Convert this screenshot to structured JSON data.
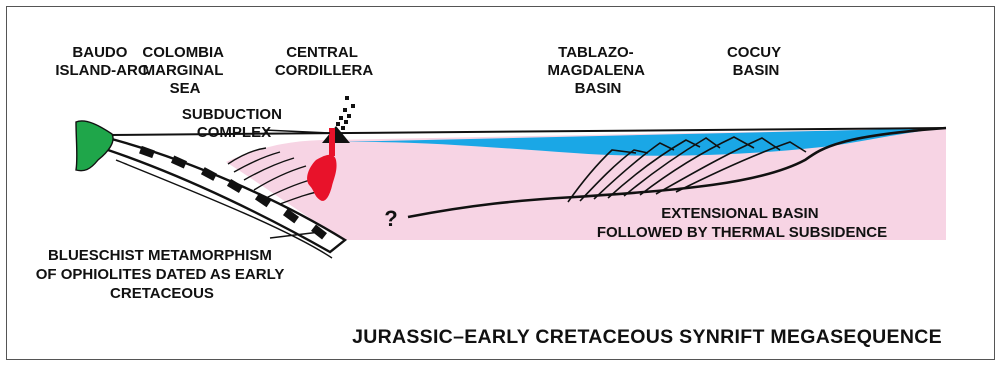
{
  "title": "JURASSIC–EARLY CRETACEOUS SYNRIFT MEGASEQUENCE",
  "labels": {
    "baudo": [
      "BAUDO",
      "ISLAND-ARC"
    ],
    "colombia": [
      "COLOMBIA",
      "MARGINAL",
      "SEA"
    ],
    "central": [
      "CENTRAL",
      "CORDILLERA"
    ],
    "tablazo": [
      "TABLAZO-",
      "MAGDALENA",
      "BASIN"
    ],
    "cocuy": [
      "COCUY",
      "BASIN"
    ],
    "subduction": [
      "SUBDUCTION",
      "COMPLEX"
    ],
    "blueschist": [
      "BLUESCHIST METAMORPHISM",
      "OF OPHIOLITES DATED AS EARLY",
      "CRETACEOUS"
    ],
    "extensional": [
      "EXTENSIONAL BASIN",
      "FOLLOWED BY THERMAL SUBSIDENCE"
    ],
    "question": "?"
  },
  "colors": {
    "crust": "#f7d4e4",
    "sea": "#1aa7e6",
    "arc": "#1fa64a",
    "intrusion": "#e8122a",
    "outline": "#111111",
    "frame": "#555555"
  },
  "icons": {
    "arc": "island-arc-polygon",
    "pluton": "magma-pluton-shape",
    "volcano": "volcanic-vent-shape",
    "ash": "ash-cloud-dots"
  }
}
